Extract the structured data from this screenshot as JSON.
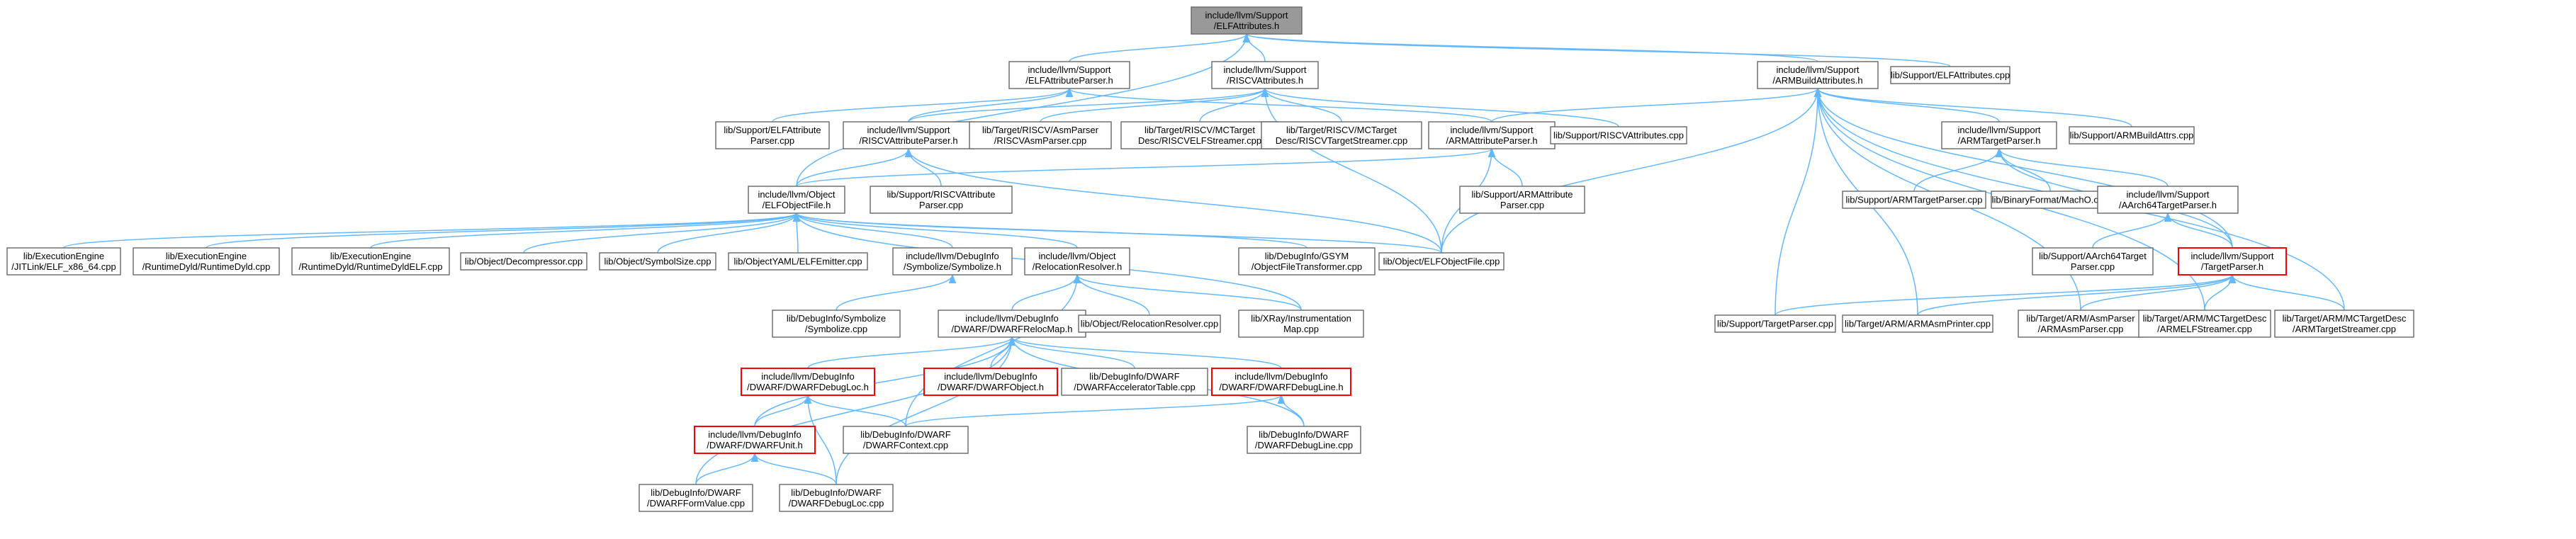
{
  "colors": {
    "edge": "#63b8ff",
    "current_fill": "#999999",
    "node_border": "#666666",
    "truncated_border": "#ff0000"
  },
  "nodes": [
    {
      "id": "elfattrs_h",
      "lines": [
        "include/llvm/Support",
        "/ELFAttributes.h"
      ],
      "style": "current"
    },
    {
      "id": "elfattrparser_h",
      "lines": [
        "include/llvm/Support",
        "/ELFAttributeParser.h"
      ]
    },
    {
      "id": "riscvattrs_h",
      "lines": [
        "include/llvm/Support",
        "/RISCVAttributes.h"
      ]
    },
    {
      "id": "armbuildattrs_h",
      "lines": [
        "include/llvm/Support",
        "/ARMBuildAttributes.h"
      ]
    },
    {
      "id": "elfattrs_cpp",
      "lines": [
        "lib/Support/ELFAttributes.cpp"
      ]
    },
    {
      "id": "elfattrparser_cpp",
      "lines": [
        "lib/Support/ELFAttribute",
        "Parser.cpp"
      ]
    },
    {
      "id": "riscvattrparser_h",
      "lines": [
        "include/llvm/Support",
        "/RISCVAttributeParser.h"
      ]
    },
    {
      "id": "riscvasmparser_cpp",
      "lines": [
        "lib/Target/RISCV/AsmParser",
        "/RISCVAsmParser.cpp"
      ]
    },
    {
      "id": "riscvelfstreamer_cpp",
      "lines": [
        "lib/Target/RISCV/MCTarget",
        "Desc/RISCVELFStreamer.cpp"
      ]
    },
    {
      "id": "riscvtargetstreamer_cpp",
      "lines": [
        "lib/Target/RISCV/MCTarget",
        "Desc/RISCVTargetStreamer.cpp"
      ]
    },
    {
      "id": "armattrparser_h",
      "lines": [
        "include/llvm/Support",
        "/ARMAttributeParser.h"
      ]
    },
    {
      "id": "riscvattrs_cpp",
      "lines": [
        "lib/Support/RISCVAttributes.cpp"
      ]
    },
    {
      "id": "armtargetparser_h",
      "lines": [
        "include/llvm/Support",
        "/ARMTargetParser.h"
      ]
    },
    {
      "id": "armbuildattrs_cpp",
      "lines": [
        "lib/Support/ARMBuildAttrs.cpp"
      ]
    },
    {
      "id": "elfobjectfile_h",
      "lines": [
        "include/llvm/Object",
        "/ELFObjectFile.h"
      ]
    },
    {
      "id": "riscvattrparser_cpp",
      "lines": [
        "lib/Support/RISCVAttribute",
        "Parser.cpp"
      ]
    },
    {
      "id": "armattrparser_cpp",
      "lines": [
        "lib/Support/ARMAttribute",
        "Parser.cpp"
      ]
    },
    {
      "id": "armtargetparser_cpp",
      "lines": [
        "lib/Support/ARMTargetParser.cpp"
      ]
    },
    {
      "id": "macho_cpp",
      "lines": [
        "lib/BinaryFormat/MachO.cpp"
      ]
    },
    {
      "id": "aarch64targetparser_h",
      "lines": [
        "include/llvm/Support",
        "/AArch64TargetParser.h"
      ]
    },
    {
      "id": "jitlink_cpp",
      "lines": [
        "lib/ExecutionEngine",
        "/JITLink/ELF_x86_64.cpp"
      ]
    },
    {
      "id": "runtimedyld_cpp",
      "lines": [
        "lib/ExecutionEngine",
        "/RuntimeDyld/RuntimeDyld.cpp"
      ]
    },
    {
      "id": "runtimedyldelf_cpp",
      "lines": [
        "lib/ExecutionEngine",
        "/RuntimeDyld/RuntimeDyldELF.cpp"
      ]
    },
    {
      "id": "decompressor_cpp",
      "lines": [
        "lib/Object/Decompressor.cpp"
      ]
    },
    {
      "id": "symbolsize_cpp",
      "lines": [
        "lib/Object/SymbolSize.cpp"
      ]
    },
    {
      "id": "elfemitter_cpp",
      "lines": [
        "lib/ObjectYAML/ELFEmitter.cpp"
      ]
    },
    {
      "id": "symbolize_h",
      "lines": [
        "include/llvm/DebugInfo",
        "/Symbolize/Symbolize.h"
      ]
    },
    {
      "id": "relocresolver_h",
      "lines": [
        "include/llvm/Object",
        "/RelocationResolver.h"
      ]
    },
    {
      "id": "gsym_cpp",
      "lines": [
        "lib/DebugInfo/GSYM",
        "/ObjectFileTransformer.cpp"
      ]
    },
    {
      "id": "elfobjectfile_cpp",
      "lines": [
        "lib/Object/ELFObjectFile.cpp"
      ]
    },
    {
      "id": "aarch64targetparser_cpp",
      "lines": [
        "lib/Support/AArch64Target",
        "Parser.cpp"
      ]
    },
    {
      "id": "targetparser_h",
      "lines": [
        "include/llvm/Support",
        "/TargetParser.h"
      ],
      "style": "red"
    },
    {
      "id": "symbolize_cpp",
      "lines": [
        "lib/DebugInfo/Symbolize",
        "/Symbolize.cpp"
      ]
    },
    {
      "id": "dwarfrelocmap_h",
      "lines": [
        "include/llvm/DebugInfo",
        "/DWARF/DWARFRelocMap.h"
      ]
    },
    {
      "id": "relocresolver_cpp",
      "lines": [
        "lib/Object/RelocationResolver.cpp"
      ]
    },
    {
      "id": "xray_cpp",
      "lines": [
        "lib/XRay/Instrumentation",
        "Map.cpp"
      ]
    },
    {
      "id": "targetparser_cpp",
      "lines": [
        "lib/Support/TargetParser.cpp"
      ]
    },
    {
      "id": "armasmprinter_cpp",
      "lines": [
        "lib/Target/ARM/ARMAsmPrinter.cpp"
      ]
    },
    {
      "id": "armasmparser_cpp",
      "lines": [
        "lib/Target/ARM/AsmParser",
        "/ARMAsmParser.cpp"
      ]
    },
    {
      "id": "armelfstreamer_cpp",
      "lines": [
        "lib/Target/ARM/MCTargetDesc",
        "/ARMELFStreamer.cpp"
      ]
    },
    {
      "id": "armtargetstreamer_cpp",
      "lines": [
        "lib/Target/ARM/MCTargetDesc",
        "/ARMTargetStreamer.cpp"
      ]
    },
    {
      "id": "dwarfdebugloc_h",
      "lines": [
        "include/llvm/DebugInfo",
        "/DWARF/DWARFDebugLoc.h"
      ],
      "style": "red"
    },
    {
      "id": "dwarfobject_h",
      "lines": [
        "include/llvm/DebugInfo",
        "/DWARF/DWARFObject.h"
      ],
      "style": "red"
    },
    {
      "id": "dwarfacceltable_cpp",
      "lines": [
        "lib/DebugInfo/DWARF",
        "/DWARFAcceleratorTable.cpp"
      ]
    },
    {
      "id": "dwarfdebugline_h",
      "lines": [
        "include/llvm/DebugInfo",
        "/DWARF/DWARFDebugLine.h"
      ],
      "style": "red"
    },
    {
      "id": "dwarfunit_h",
      "lines": [
        "include/llvm/DebugInfo",
        "/DWARF/DWARFUnit.h"
      ],
      "style": "red"
    },
    {
      "id": "dwarfcontext_cpp",
      "lines": [
        "lib/DebugInfo/DWARF",
        "/DWARFContext.cpp"
      ]
    },
    {
      "id": "dwarfdebugline_cpp",
      "lines": [
        "lib/DebugInfo/DWARF",
        "/DWARFDebugLine.cpp"
      ]
    },
    {
      "id": "dwarfformvalue_cpp",
      "lines": [
        "lib/DebugInfo/DWARF",
        "/DWARFFormValue.cpp"
      ]
    },
    {
      "id": "dwarfdebugloc_cpp",
      "lines": [
        "lib/DebugInfo/DWARF",
        "/DWARFDebugLoc.cpp"
      ]
    }
  ],
  "edges": [
    [
      "elfattrparser_h",
      "elfattrs_h"
    ],
    [
      "riscvattrs_h",
      "elfattrs_h"
    ],
    [
      "armbuildattrs_h",
      "elfattrs_h"
    ],
    [
      "elfattrs_cpp",
      "elfattrs_h"
    ],
    [
      "elfobjectfile_h",
      "elfattrs_h"
    ],
    [
      "elfattrparser_cpp",
      "elfattrparser_h"
    ],
    [
      "riscvattrparser_h",
      "elfattrparser_h"
    ],
    [
      "armattrparser_h",
      "elfattrparser_h"
    ],
    [
      "riscvattrparser_h",
      "riscvattrs_h"
    ],
    [
      "riscvasmparser_cpp",
      "riscvattrs_h"
    ],
    [
      "riscvelfstreamer_cpp",
      "riscvattrs_h"
    ],
    [
      "riscvtargetstreamer_cpp",
      "riscvattrs_h"
    ],
    [
      "riscvattrs_cpp",
      "riscvattrs_h"
    ],
    [
      "elfobjectfile_cpp",
      "riscvattrs_h"
    ],
    [
      "armattrparser_h",
      "armbuildattrs_h"
    ],
    [
      "armtargetparser_h",
      "armbuildattrs_h"
    ],
    [
      "armbuildattrs_cpp",
      "armbuildattrs_h"
    ],
    [
      "elfobjectfile_cpp",
      "armbuildattrs_h"
    ],
    [
      "targetparser_h",
      "armbuildattrs_h"
    ],
    [
      "targetparser_cpp",
      "armbuildattrs_h"
    ],
    [
      "armasmprinter_cpp",
      "armbuildattrs_h"
    ],
    [
      "armasmparser_cpp",
      "armbuildattrs_h"
    ],
    [
      "armelfstreamer_cpp",
      "armbuildattrs_h"
    ],
    [
      "armtargetstreamer_cpp",
      "armbuildattrs_h"
    ],
    [
      "elfobjectfile_h",
      "riscvattrparser_h"
    ],
    [
      "riscvattrparser_cpp",
      "riscvattrparser_h"
    ],
    [
      "elfobjectfile_cpp",
      "riscvattrparser_h"
    ],
    [
      "elfobjectfile_h",
      "armattrparser_h"
    ],
    [
      "armattrparser_cpp",
      "armattrparser_h"
    ],
    [
      "elfobjectfile_cpp",
      "armattrparser_h"
    ],
    [
      "armtargetparser_cpp",
      "armtargetparser_h"
    ],
    [
      "macho_cpp",
      "armtargetparser_h"
    ],
    [
      "aarch64targetparser_h",
      "armtargetparser_h"
    ],
    [
      "targetparser_h",
      "armtargetparser_h"
    ],
    [
      "aarch64targetparser_cpp",
      "aarch64targetparser_h"
    ],
    [
      "targetparser_h",
      "aarch64targetparser_h"
    ],
    [
      "targetparser_cpp",
      "targetparser_h"
    ],
    [
      "armasmprinter_cpp",
      "targetparser_h"
    ],
    [
      "armasmparser_cpp",
      "targetparser_h"
    ],
    [
      "armelfstreamer_cpp",
      "targetparser_h"
    ],
    [
      "armtargetstreamer_cpp",
      "targetparser_h"
    ],
    [
      "jitlink_cpp",
      "elfobjectfile_h"
    ],
    [
      "runtimedyld_cpp",
      "elfobjectfile_h"
    ],
    [
      "runtimedyldelf_cpp",
      "elfobjectfile_h"
    ],
    [
      "decompressor_cpp",
      "elfobjectfile_h"
    ],
    [
      "symbolsize_cpp",
      "elfobjectfile_h"
    ],
    [
      "elfemitter_cpp",
      "elfobjectfile_h"
    ],
    [
      "symbolize_h",
      "elfobjectfile_h"
    ],
    [
      "relocresolver_h",
      "elfobjectfile_h"
    ],
    [
      "gsym_cpp",
      "elfobjectfile_h"
    ],
    [
      "elfobjectfile_cpp",
      "elfobjectfile_h"
    ],
    [
      "xray_cpp",
      "elfobjectfile_h"
    ],
    [
      "symbolize_cpp",
      "symbolize_h"
    ],
    [
      "dwarfrelocmap_h",
      "relocresolver_h"
    ],
    [
      "relocresolver_cpp",
      "relocresolver_h"
    ],
    [
      "xray_cpp",
      "relocresolver_h"
    ],
    [
      "dwarfcontext_cpp",
      "relocresolver_h"
    ],
    [
      "dwarfdebugloc_h",
      "dwarfrelocmap_h"
    ],
    [
      "dwarfobject_h",
      "dwarfrelocmap_h"
    ],
    [
      "dwarfacceltable_cpp",
      "dwarfrelocmap_h"
    ],
    [
      "dwarfdebugline_h",
      "dwarfrelocmap_h"
    ],
    [
      "dwarfunit_h",
      "dwarfrelocmap_h"
    ],
    [
      "dwarfdebugline_cpp",
      "dwarfrelocmap_h"
    ],
    [
      "dwarfformvalue_cpp",
      "dwarfrelocmap_h"
    ],
    [
      "dwarfdebugloc_cpp",
      "dwarfrelocmap_h"
    ],
    [
      "dwarfunit_h",
      "dwarfdebugloc_h"
    ],
    [
      "dwarfcontext_cpp",
      "dwarfdebugloc_h"
    ],
    [
      "dwarfdebugloc_cpp",
      "dwarfdebugloc_h"
    ],
    [
      "dwarfcontext_cpp",
      "dwarfdebugline_h"
    ],
    [
      "dwarfdebugline_cpp",
      "dwarfdebugline_h"
    ],
    [
      "dwarfformvalue_cpp",
      "dwarfunit_h"
    ],
    [
      "dwarfdebugloc_cpp",
      "dwarfunit_h"
    ]
  ]
}
